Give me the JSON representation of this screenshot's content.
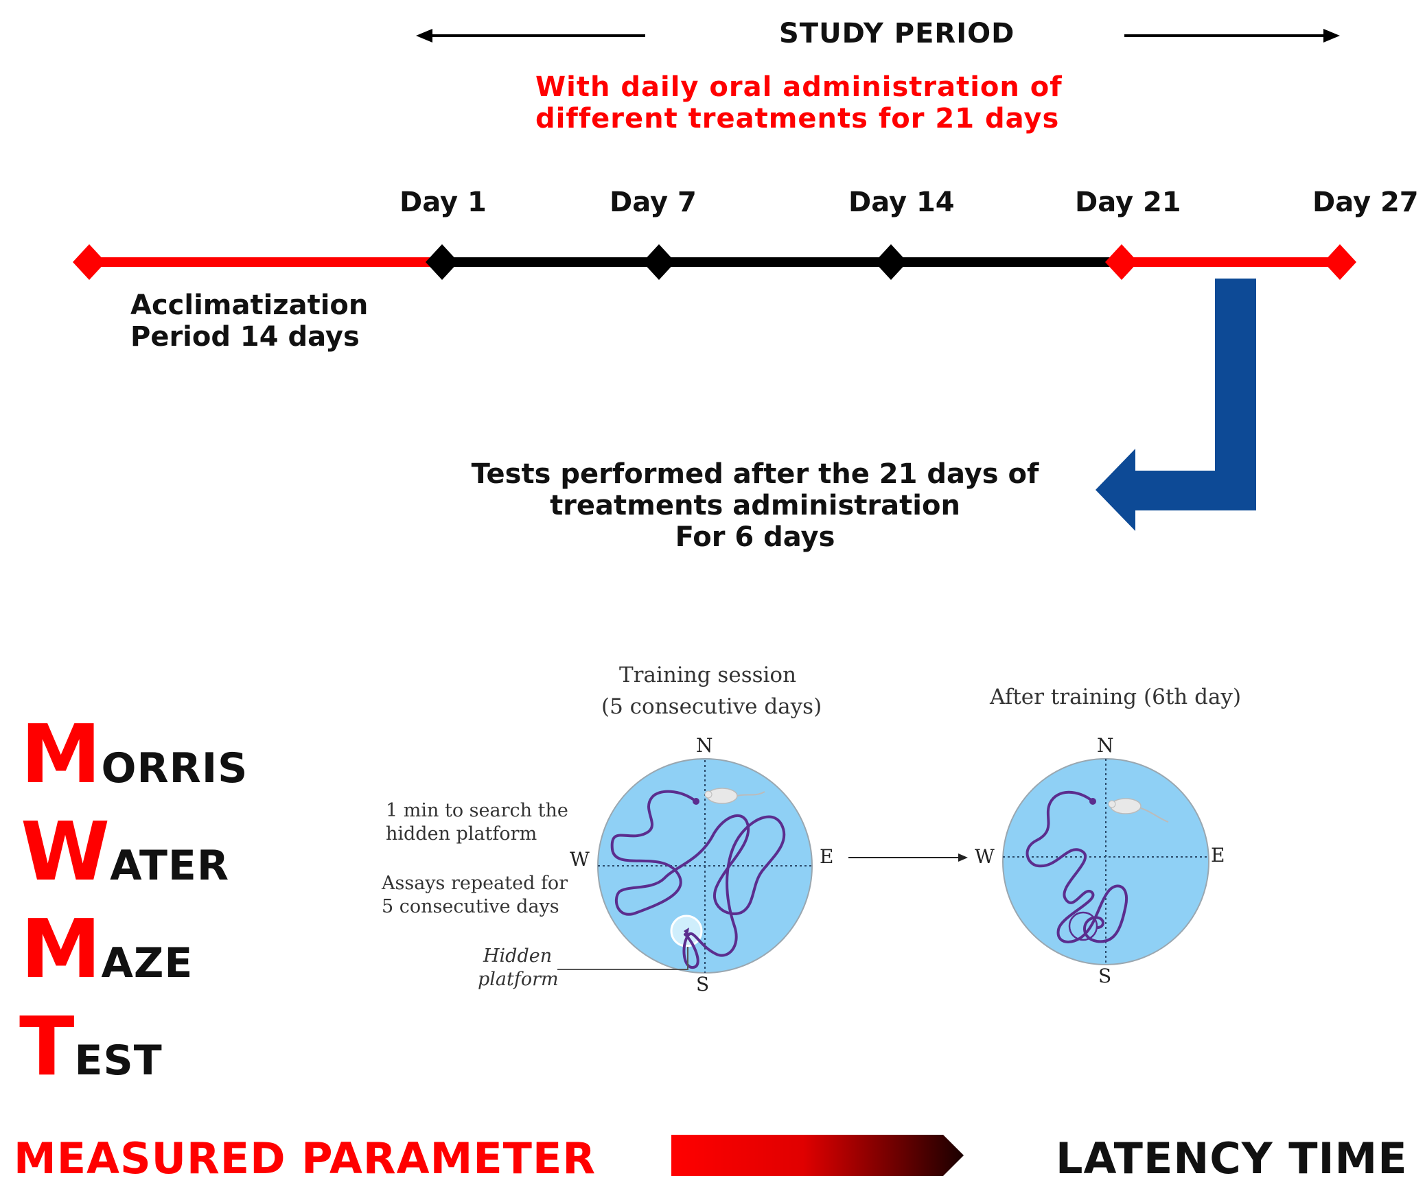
{
  "header": {
    "study_period": "STUDY PERIOD",
    "admin_line1": "With daily oral administration of",
    "admin_line2": "different treatments for 21 days"
  },
  "timeline": {
    "days": [
      "Day 1",
      "Day 7",
      "Day 14",
      "Day 21",
      "Day 27"
    ],
    "acclimatization_line1": "Acclimatization",
    "acclimatization_line2": "Period 14 days",
    "segment_colors": {
      "acclimatization": "#ff0000",
      "treatment": "#000000",
      "testing": "#ff0000"
    }
  },
  "tests": {
    "line1": "Tests performed after the 21 days of",
    "line2": "treatments administration",
    "line3": "For 6 days",
    "arrow_color": "#0d4a96"
  },
  "acronym": [
    {
      "initial": "M",
      "rest": "ORRIS"
    },
    {
      "initial": "W",
      "rest": "ATER"
    },
    {
      "initial": "M",
      "rest": "AZE"
    },
    {
      "initial": "T",
      "rest": "EST"
    }
  ],
  "maze": {
    "training_caption_1": "Training session",
    "training_caption_2": "(5 consecutive days)",
    "after_caption": "After training (6th day)",
    "notes": {
      "search_1": "1 min to search the",
      "search_2": "hidden platform",
      "repeat_1": "Assays repeated for",
      "repeat_2": "5 consecutive days",
      "platform_1": "Hidden",
      "platform_2": "platform"
    },
    "compass": {
      "n": "N",
      "s": "S",
      "e": "E",
      "w": "W"
    },
    "pool_color": "#8fd0f5",
    "path_color": "#5b2d8e"
  },
  "footer": {
    "measured": "MEASURED PARAMETER",
    "latency": "LATENCY TIME"
  }
}
